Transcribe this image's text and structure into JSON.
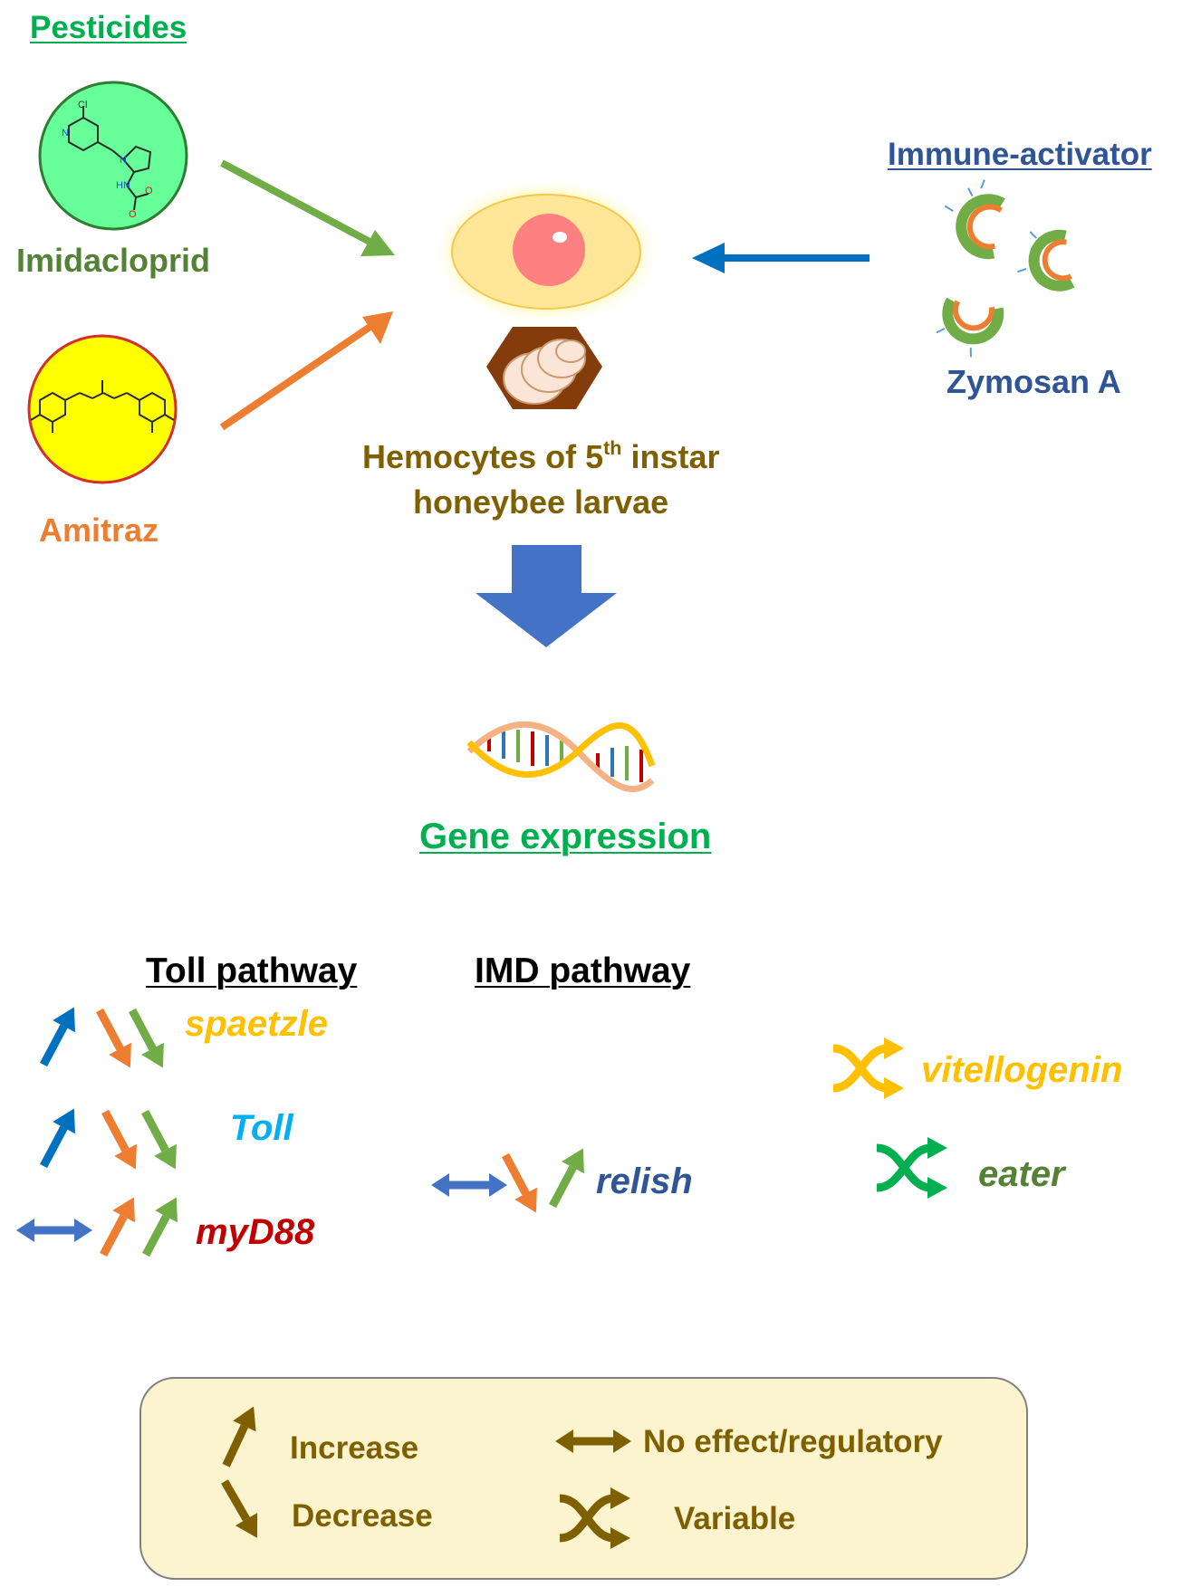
{
  "headers": {
    "pesticides": "Pesticides",
    "immune_activator": "Immune-activator",
    "gene_expression": "Gene expression"
  },
  "agents": {
    "imidacloprid": "Imidacloprid",
    "amitraz": "Amitraz",
    "zymosan": "Zymosan A"
  },
  "target": {
    "line1_pre": "Hemocytes of 5",
    "line1_sup": "th",
    "line1_post": " instar",
    "line2": "honeybee larvae"
  },
  "pathways": {
    "toll": "Toll pathway",
    "imd": "IMD pathway"
  },
  "genes": {
    "spaetzle": "spaetzle",
    "toll": "Toll",
    "myd88": "myD88",
    "relish": "relish",
    "vitellogenin": "vitellogenin",
    "eater": "eater"
  },
  "legend": {
    "increase": "Increase",
    "decrease": "Decrease",
    "no_effect": "No effect/regulatory",
    "variable": "Variable"
  },
  "colors": {
    "imidacloprid": "#70ad47",
    "amitraz": "#ed7d31",
    "zymosan": "#0070c0",
    "legend_arrow": "#7f6000",
    "header_green": "#00b050",
    "header_blue": "#2f5597",
    "target_text": "#7f6000",
    "spaetzle": "#ffc000",
    "toll": "#00b0f0",
    "myd88": "#c00000",
    "relish": "#2f5597",
    "vitellogenin": "#ffc000",
    "eater": "#00b050",
    "legend_bg": "#fcf3cf"
  },
  "icons": {
    "imidacloprid": "imidacloprid-molecule-icon",
    "amitraz": "amitraz-molecule-icon",
    "zymosan": "zymosan-particle-icon",
    "hemocyte": "hemocyte-cell-icon",
    "larvae": "larvae-hexagon-icon",
    "dna": "dna-helix-icon",
    "flow": "flow-down-arrow-icon"
  }
}
